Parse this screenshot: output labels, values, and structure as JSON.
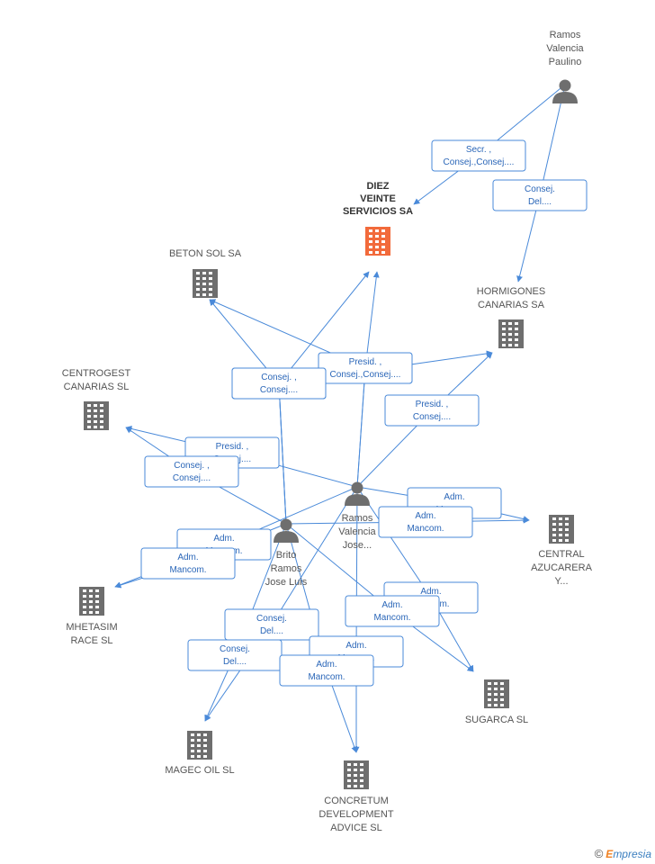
{
  "nodes": [
    {
      "id": "diez",
      "kind": "company",
      "highlight": true,
      "label": [
        "DIEZ",
        "VEINTE",
        "SERVICIOS SA"
      ]
    },
    {
      "id": "ramos_paulino",
      "kind": "person",
      "label": [
        "Ramos",
        "Valencia",
        "Paulino"
      ]
    },
    {
      "id": "beton",
      "kind": "company",
      "label": [
        "BETON SOL SA"
      ]
    },
    {
      "id": "hormigones",
      "kind": "company",
      "label": [
        "HORMIGONES",
        "CANARIAS SA"
      ]
    },
    {
      "id": "centrogest",
      "kind": "company",
      "label": [
        "CENTROGEST",
        "CANARIAS SL"
      ]
    },
    {
      "id": "ramos_jose",
      "kind": "person",
      "label": [
        "Ramos",
        "Valencia",
        "Jose..."
      ]
    },
    {
      "id": "brito",
      "kind": "person",
      "label": [
        "Brito",
        "Ramos",
        "Jose Luis"
      ]
    },
    {
      "id": "central",
      "kind": "company",
      "label": [
        "CENTRAL",
        "AZUCARERA",
        "Y..."
      ]
    },
    {
      "id": "mhetasim",
      "kind": "company",
      "label": [
        "MHETASIM",
        "RACE SL"
      ]
    },
    {
      "id": "sugarca",
      "kind": "company",
      "label": [
        "SUGARCA SL"
      ]
    },
    {
      "id": "magec",
      "kind": "company",
      "label": [
        "MAGEC OIL SL"
      ]
    },
    {
      "id": "concretum",
      "kind": "company",
      "label": [
        "CONCRETUM",
        "DEVELOPMENT",
        "ADVICE SL"
      ]
    }
  ],
  "edges": [
    {
      "from": "ramos_paulino",
      "to": "diez",
      "label": [
        "Secr. ,",
        "Consej.,Consej...."
      ]
    },
    {
      "from": "ramos_paulino",
      "to": "hormigones",
      "label": [
        "Consej.",
        "Del...."
      ]
    },
    {
      "from": "ramos_jose",
      "to": "diez",
      "label": [
        "Presid. ,",
        "Consej.,Consej...."
      ]
    },
    {
      "from": "brito",
      "to": "diez",
      "label": [
        "Consej. ,",
        "Consej...."
      ]
    },
    {
      "from": "ramos_jose",
      "to": "beton",
      "label": [
        "Presid. ,",
        "Consej.,Consej...."
      ]
    },
    {
      "from": "brito",
      "to": "beton",
      "label": [
        "Consej. ,",
        "Consej...."
      ]
    },
    {
      "from": "ramos_jose",
      "to": "hormigones",
      "label": [
        "Presid. ,",
        "Consej...."
      ]
    },
    {
      "from": "brito",
      "to": "hormigones",
      "label": [
        "Consej. ,",
        "Consej...."
      ]
    },
    {
      "from": "ramos_jose",
      "to": "centrogest",
      "label": [
        "Presid. ,",
        "Consej...."
      ]
    },
    {
      "from": "brito",
      "to": "centrogest",
      "label": [
        "Consej. ,",
        "Consej...."
      ]
    },
    {
      "from": "ramos_jose",
      "to": "central",
      "label": [
        "Adm.",
        "Mancom."
      ]
    },
    {
      "from": "brito",
      "to": "central",
      "label": [
        "Adm.",
        "Mancom."
      ]
    },
    {
      "from": "ramos_jose",
      "to": "mhetasim",
      "label": [
        "Adm.",
        "Mancom."
      ]
    },
    {
      "from": "brito",
      "to": "mhetasim",
      "label": [
        "Adm.",
        "Mancom."
      ]
    },
    {
      "from": "ramos_jose",
      "to": "sugarca",
      "label": [
        "Adm.",
        "Mancom."
      ]
    },
    {
      "from": "brito",
      "to": "sugarca",
      "label": [
        "Adm.",
        "Mancom."
      ]
    },
    {
      "from": "ramos_jose",
      "to": "magec",
      "label": [
        "Consej.",
        "Del...."
      ]
    },
    {
      "from": "brito",
      "to": "magec",
      "label": [
        "Consej.",
        "Del...."
      ]
    },
    {
      "from": "ramos_jose",
      "to": "concretum",
      "label": [
        "Adm.",
        "Mancom."
      ]
    },
    {
      "from": "brito",
      "to": "concretum",
      "label": [
        "Adm.",
        "Mancom."
      ]
    }
  ],
  "colors": {
    "edge": "#4a8ad9",
    "edge_text": "#2a66b8",
    "icon": "#6e6e6e",
    "highlight": "#f26a3b"
  },
  "footer": {
    "copyright": "©",
    "brand_first": "E",
    "brand_rest": "mpresia"
  }
}
